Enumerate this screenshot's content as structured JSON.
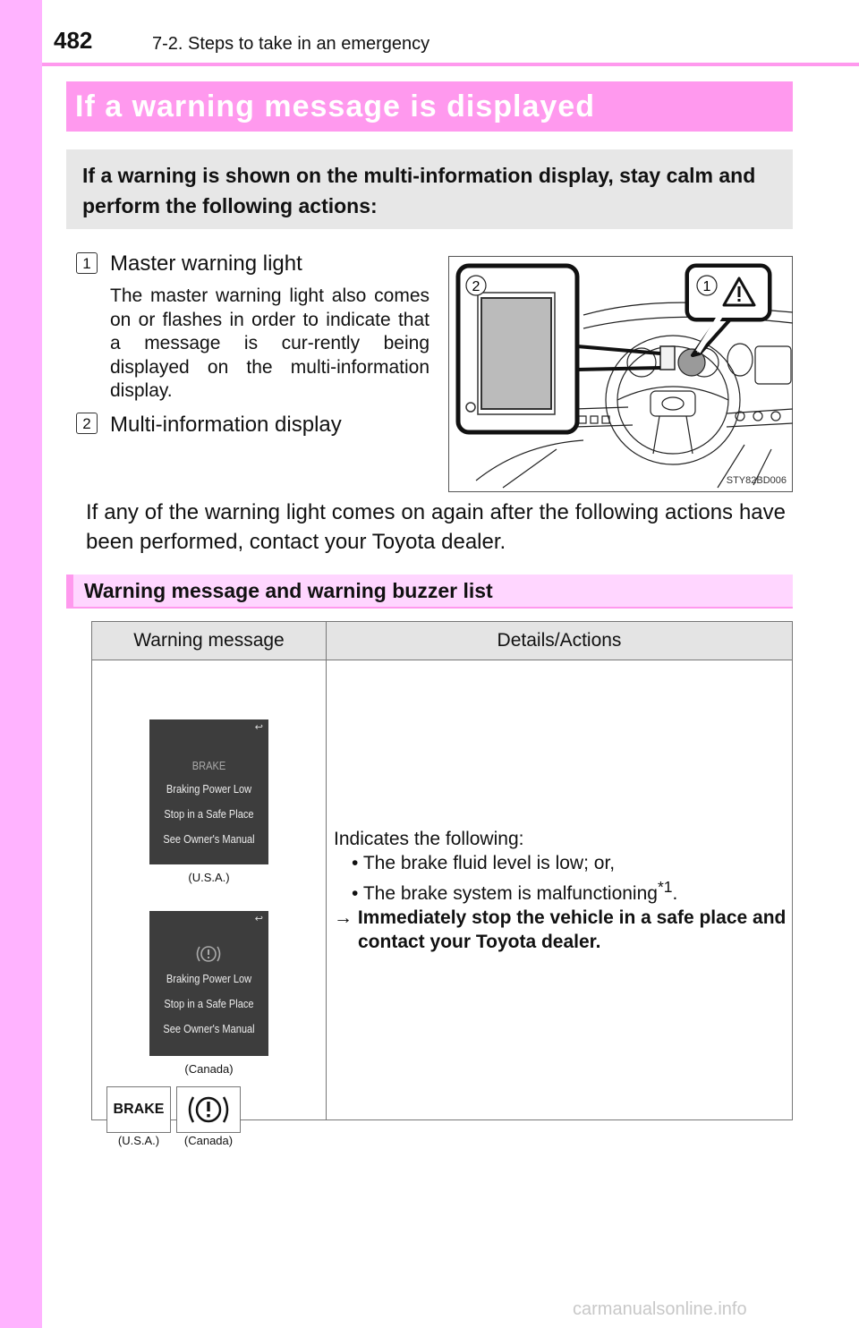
{
  "header": {
    "page_number": "482",
    "section": "7-2. Steps to take in an emergency"
  },
  "title": "If a warning message is displayed",
  "intro": "If a warning is shown on the multi-information display, stay calm and perform the following actions:",
  "items": [
    {
      "num": "1",
      "label": "Master warning light",
      "desc": "The master warning light also comes on or flashes in order to indicate that a message is cur-rently being displayed on the multi-information display."
    },
    {
      "num": "2",
      "label": "Multi-information display"
    }
  ],
  "figure": {
    "code": "STY82BD006",
    "callout_1": "1",
    "callout_2": "2",
    "warning_symbol": "warning-triangle-icon"
  },
  "after_text": "If any of the warning light comes on again after the following actions have been performed, contact your Toyota dealer.",
  "subsection": "Warning message and warning buzzer list",
  "table": {
    "headers": [
      "Warning message",
      "Details/Actions"
    ],
    "rows": [
      {
        "screens": [
          {
            "heading": "BRAKE",
            "lines": [
              "Braking Power Low",
              "Stop in a Safe Place",
              "See Owner's Manual"
            ],
            "caption": "(U.S.A.)"
          },
          {
            "heading_icon": "brake-warning-icon",
            "lines": [
              "Braking Power Low",
              "Stop in a Safe Place",
              "See Owner's Manual"
            ],
            "caption": "(Canada)"
          }
        ],
        "indicators": [
          {
            "text": "BRAKE",
            "caption": "(U.S.A.)"
          },
          {
            "icon": "brake-circle-icon",
            "caption": "(Canada)"
          }
        ],
        "details": {
          "lead": "Indicates the following:",
          "bullets": [
            "The brake fluid level is low; or,",
            "The brake system is malfunctioning"
          ],
          "footnote_mark": "*1",
          "action": "Immediately stop the vehicle in a safe place and contact your Toyota dealer."
        }
      }
    ]
  },
  "watermark": "carmanualsonline.info",
  "colors": {
    "accent": "#ff99ee",
    "side_strip": "#ffb3ff",
    "subheader_bg": "#ffd6ff",
    "intro_bg": "#e7e7e7"
  }
}
